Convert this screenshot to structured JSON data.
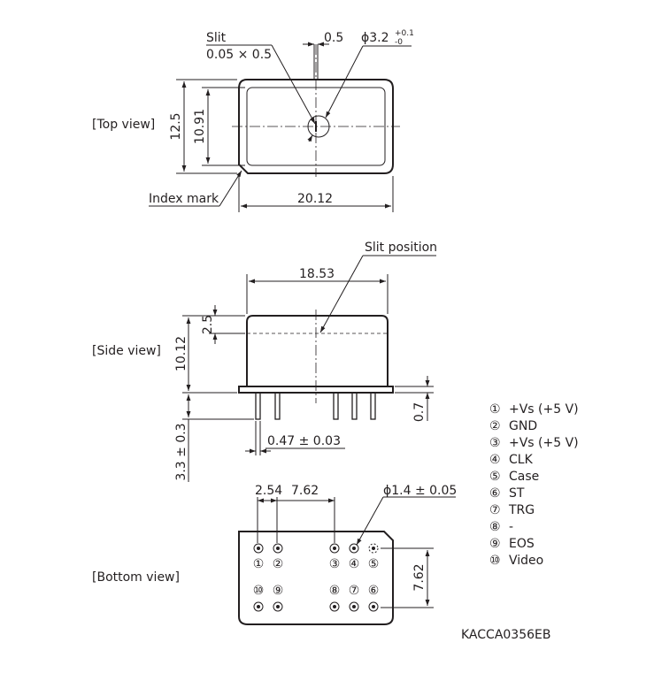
{
  "top_view": {
    "label": "[Top view]",
    "slit_label": "Slit",
    "slit_size": "0.05 × 0.5",
    "slit_width": "0.5",
    "aperture_dia": "ϕ3.2",
    "aperture_tol_upper": "+0.1",
    "aperture_tol_lower": "-0",
    "height_outer": "12.5",
    "height_inner": "10.91",
    "width": "20.12",
    "index_mark": "Index mark"
  },
  "side_view": {
    "label": "[Side view]",
    "slit_position": "Slit position",
    "width": "18.53",
    "slit_depth": "2.5",
    "body_height": "10.12",
    "base_thickness": "0.7",
    "pin_length": "3.3 ± 0.3",
    "pin_dia": "0.47 ± 0.03"
  },
  "bottom_view": {
    "label": "[Bottom view]",
    "pitch_1": "2.54",
    "pitch_2": "7.62",
    "pin_dia": "ϕ1.4 ± 0.05",
    "row_spacing": "7.62",
    "pin_numbers_top": [
      "①",
      "②",
      "③",
      "④",
      "⑤"
    ],
    "pin_numbers_bottom": [
      "⑩",
      "⑨",
      "⑧",
      "⑦",
      "⑥"
    ]
  },
  "pin_legend": [
    {
      "num": "①",
      "name": "+Vs (+5 V)"
    },
    {
      "num": "②",
      "name": "GND"
    },
    {
      "num": "③",
      "name": "+Vs (+5 V)"
    },
    {
      "num": "④",
      "name": "CLK"
    },
    {
      "num": "⑤",
      "name": "Case"
    },
    {
      "num": "⑥",
      "name": "ST"
    },
    {
      "num": "⑦",
      "name": "TRG"
    },
    {
      "num": "⑧",
      "name": "-"
    },
    {
      "num": "⑨",
      "name": "EOS"
    },
    {
      "num": "⑩",
      "name": "Video"
    }
  ],
  "drawing_code": "KACCA0356EB"
}
